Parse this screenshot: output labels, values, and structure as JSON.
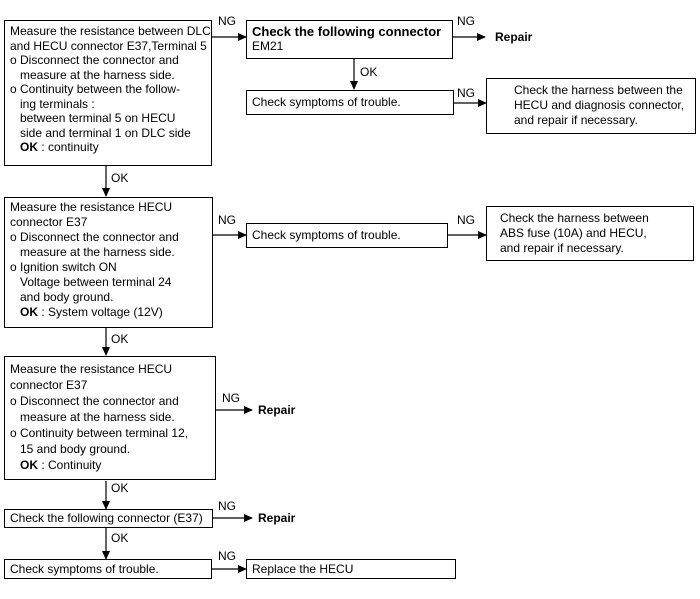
{
  "labels": {
    "ng": "NG",
    "ok": "OK",
    "repair": "Repair"
  },
  "step1": {
    "lines": [
      "Measure the resistance between DLC",
      "and HECU connector E37,Terminal 5",
      "o Disconnect the connector and",
      "measure at the harness side.",
      "o Continuity between the follow-",
      "ing terminals :",
      "between terminal 5 on HECU",
      "side and terminal 1 on DLC side"
    ],
    "ok_key": "OK",
    "ok_value": " : continuity"
  },
  "check_connector_em21": {
    "title": "Check the following connector",
    "code": "EM21"
  },
  "symptoms_1": {
    "text": "Check symptoms of trouble."
  },
  "harness_1": {
    "lines": [
      "Check the harness between the",
      "HECU and diagnosis connector,",
      "and repair if necessary."
    ]
  },
  "step2": {
    "lines": [
      "Measure the resistance HECU",
      "connector E37",
      "o Disconnect the connector and",
      "measure at the harness side.",
      "o Ignition switch ON",
      "Voltage between terminal 24",
      "and body ground."
    ],
    "ok_key": "OK",
    "ok_value": " : System voltage (12V)"
  },
  "symptoms_2": {
    "text": "Check symptoms of trouble."
  },
  "harness_2": {
    "lines": [
      "Check the harness between",
      "ABS fuse (10A) and HECU,",
      "and repair if necessary."
    ]
  },
  "step3": {
    "lines": [
      "Measure the resistance HECU",
      "connector E37",
      "o Disconnect the connector and",
      "measure at the harness side.",
      "o Continuity between terminal 12,",
      "15 and body ground."
    ],
    "ok_key": "OK",
    "ok_value": " : Continuity"
  },
  "step4": {
    "text": "Check the following connector (E37)"
  },
  "step5": {
    "text": "Check symptoms of trouble."
  },
  "replace": {
    "text": "Replace the HECU"
  }
}
